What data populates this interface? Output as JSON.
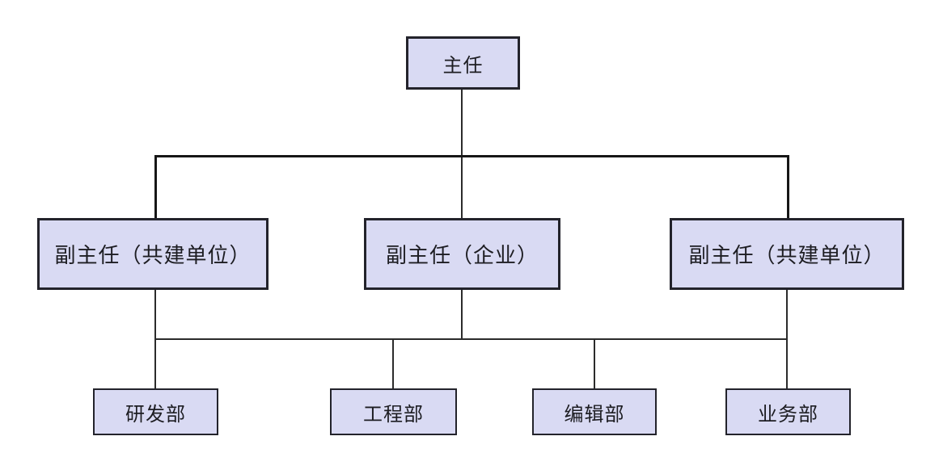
{
  "org_chart": {
    "type": "org-chart",
    "root": {
      "label": "主任"
    },
    "deputies": [
      {
        "label": "副主任（共建单位）"
      },
      {
        "label": "副主任（企业）"
      },
      {
        "label": "副主任（共建单位）"
      }
    ],
    "departments": [
      {
        "label": "研发部"
      },
      {
        "label": "工程部"
      },
      {
        "label": "编辑部"
      },
      {
        "label": "业务部"
      }
    ],
    "colors": {
      "node_fill": "#d9daf3",
      "node_border": "#23232b",
      "connector": "#2b2b2b",
      "background": "#ffffff"
    }
  }
}
